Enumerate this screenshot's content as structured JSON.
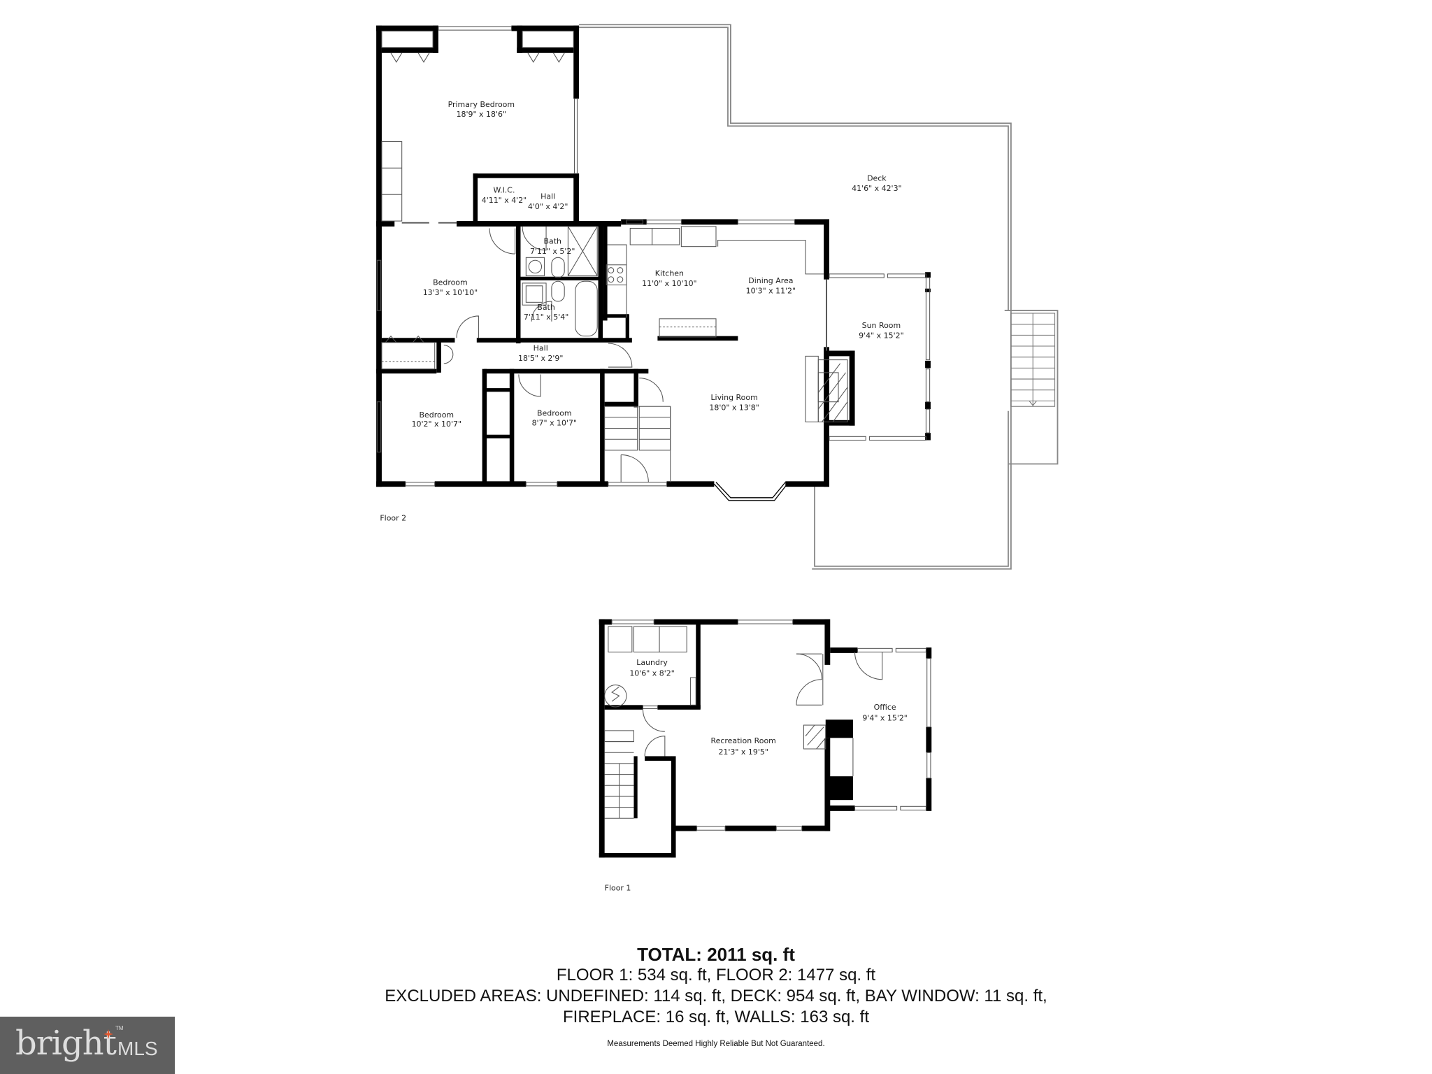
{
  "floor_plan": {
    "floors": [
      {
        "label": "Floor 2",
        "rooms": [
          {
            "name": "Primary Bedroom",
            "dims": "18'9\" x 18'6\""
          },
          {
            "name": "W.I.C.",
            "dims": "4'11\" x 4'2\""
          },
          {
            "name": "Hall",
            "dims": "4'0\" x 4'2\""
          },
          {
            "name": "Bedroom",
            "dims": "13'3\" x 10'10\""
          },
          {
            "name": "Bath",
            "dims": "7'11\" x 5'2\""
          },
          {
            "name": "Bath",
            "dims": "7'11\" x 5'4\""
          },
          {
            "name": "Kitchen",
            "dims": "11'0\" x 10'10\""
          },
          {
            "name": "Dining Area",
            "dims": "10'3\" x 11'2\""
          },
          {
            "name": "Sun Room",
            "dims": "9'4\" x 15'2\""
          },
          {
            "name": "Deck",
            "dims": "41'6\" x 42'3\""
          },
          {
            "name": "Hall",
            "dims": "18'5\" x 2'9\""
          },
          {
            "name": "Bedroom",
            "dims": "10'2\" x 10'7\""
          },
          {
            "name": "Bedroom",
            "dims": "8'7\" x 10'7\""
          },
          {
            "name": "Living Room",
            "dims": "18'0\" x 13'8\""
          }
        ]
      },
      {
        "label": "Floor 1",
        "rooms": [
          {
            "name": "Laundry",
            "dims": "10'6\" x 8'2\""
          },
          {
            "name": "Recreation Room",
            "dims": "21'3\" x 19'5\""
          },
          {
            "name": "Office",
            "dims": "9'4\" x 15'2\""
          }
        ]
      }
    ]
  },
  "summary": {
    "total": "TOTAL: 2011 sq. ft",
    "floors_line": "FLOOR 1: 534 sq. ft, FLOOR 2: 1477 sq. ft",
    "excluded_line_1": "EXCLUDED AREAS: UNDEFINED: 114 sq. ft, DECK: 954 sq. ft, BAY WINDOW: 11 sq. ft,",
    "excluded_line_2": "FIREPLACE: 16 sq. ft, WALLS: 163 sq. ft",
    "disclaimer": "Measurements Deemed Highly Reliable But Not Guaranteed."
  },
  "logo": {
    "brand": "bright",
    "suffix": "MLS",
    "tm": "TM",
    "background": "#5f5f5f",
    "accent": "#e4572e"
  }
}
